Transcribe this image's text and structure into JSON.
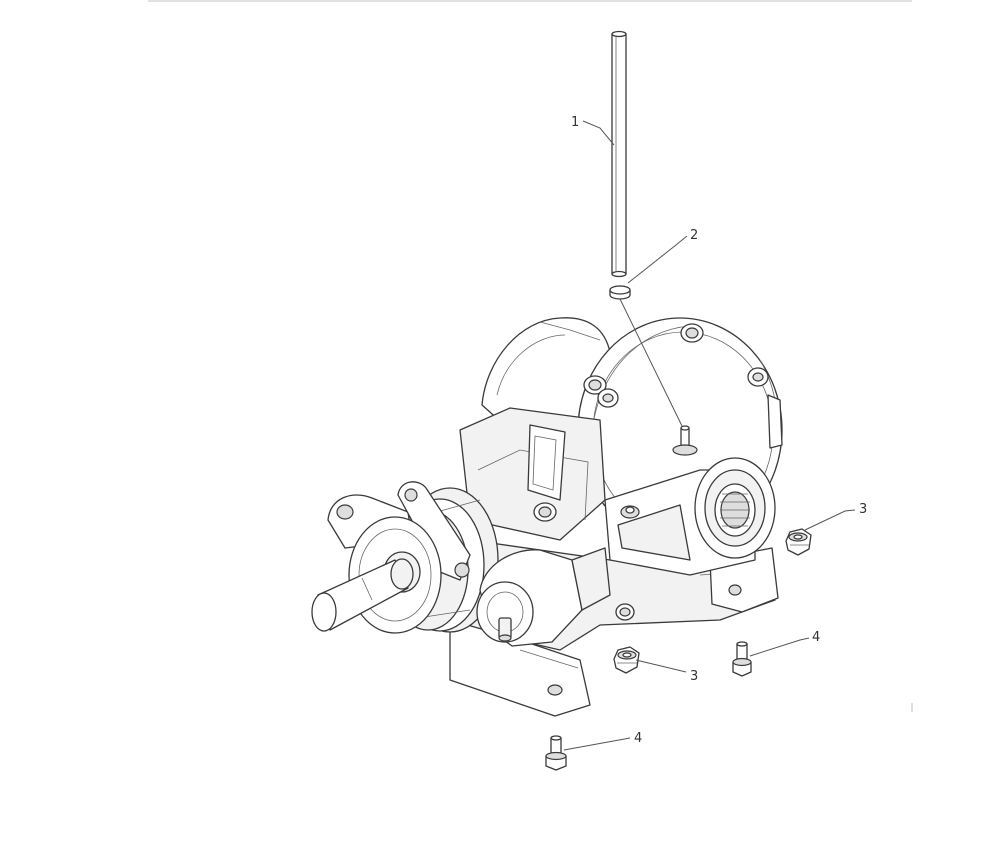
{
  "diagram": {
    "callouts": [
      {
        "id": "c1",
        "label": "1"
      },
      {
        "id": "c2",
        "label": "2"
      },
      {
        "id": "c3a",
        "label": "3"
      },
      {
        "id": "c3b",
        "label": "3"
      },
      {
        "id": "c4a",
        "label": "4"
      },
      {
        "id": "c4b",
        "label": "4"
      }
    ]
  }
}
